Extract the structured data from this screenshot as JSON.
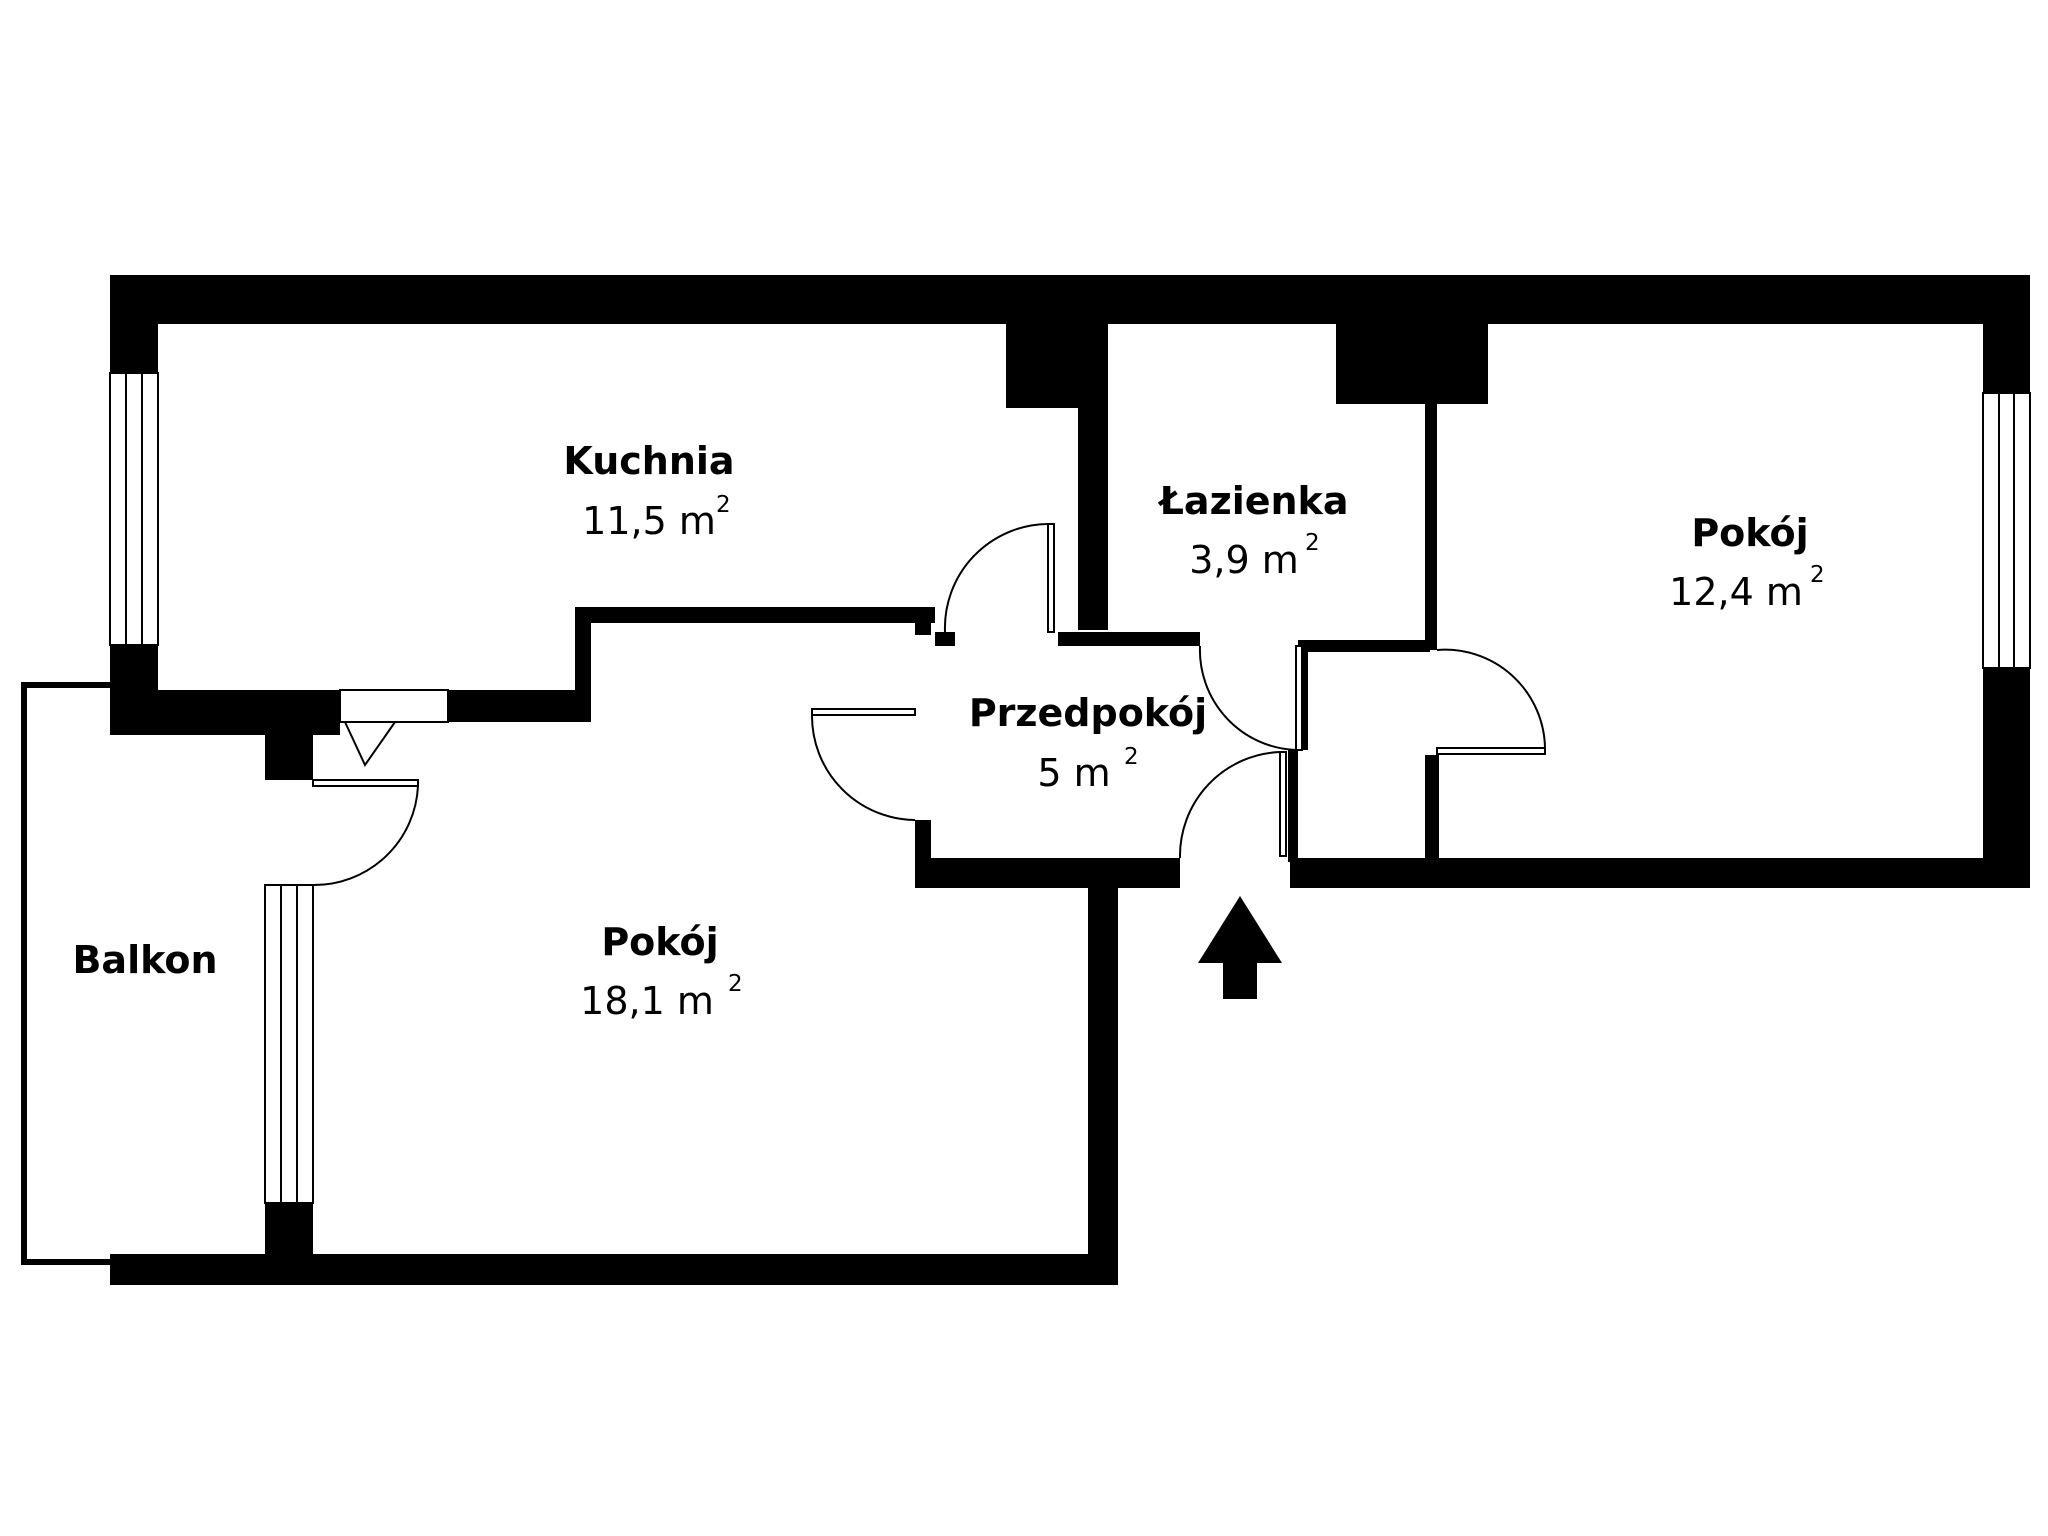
{
  "rooms": {
    "kitchen": {
      "name": "Kuchnia",
      "area": "11,5 m",
      "sup": "2"
    },
    "bathroom": {
      "name": "Łazienka",
      "area": "3,9 m",
      "sup": "2"
    },
    "room_right": {
      "name": "Pokój",
      "area": "12,4 m",
      "sup": "2"
    },
    "hallway": {
      "name": "Przedpokój",
      "area": "5 m",
      "sup": "2"
    },
    "room_main": {
      "name": "Pokój",
      "area": "18,1 m",
      "sup": "2"
    },
    "balcony": {
      "name": "Balkon"
    }
  },
  "colors": {
    "wall": "#000000",
    "background": "#ffffff"
  },
  "icons": {
    "entrance": "entrance-arrow-icon"
  }
}
